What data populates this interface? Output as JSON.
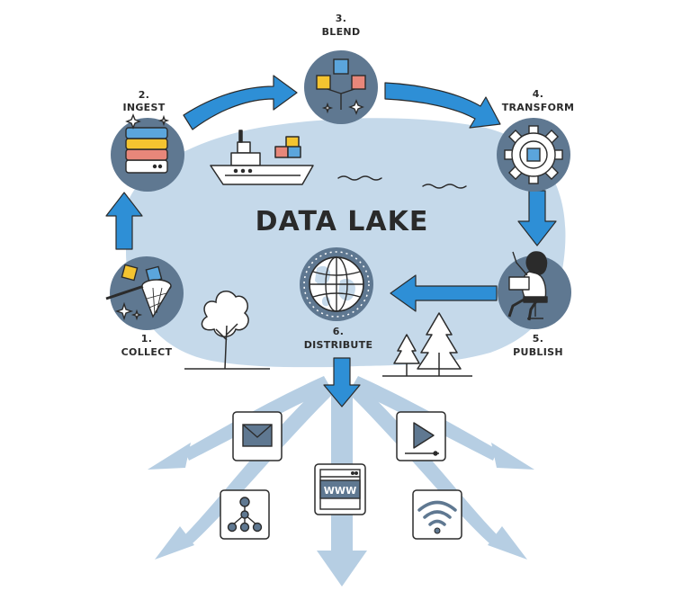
{
  "diagram": {
    "title": "DATA LAKE",
    "steps": [
      {
        "number": "1.",
        "label": "COLLECT",
        "icon": "net-icon"
      },
      {
        "number": "2.",
        "label": "INGEST",
        "icon": "database-icon"
      },
      {
        "number": "3.",
        "label": "BLEND",
        "icon": "cubes-icon"
      },
      {
        "number": "4.",
        "label": "TRANSFORM",
        "icon": "gear-icon"
      },
      {
        "number": "5.",
        "label": "PUBLISH",
        "icon": "person-laptop-icon"
      },
      {
        "number": "6.",
        "label": "DISTRIBUTE",
        "icon": "globe-icon"
      }
    ],
    "channels": [
      {
        "icon": "email-icon"
      },
      {
        "icon": "video-play-icon"
      },
      {
        "icon": "network-icon"
      },
      {
        "icon": "www-icon",
        "text": "WWW"
      },
      {
        "icon": "wifi-icon"
      }
    ],
    "colors": {
      "lake": "#c5d9ea",
      "arrow": "#2e8fd6",
      "circle": "#5f7891",
      "outline": "#2b2b2b",
      "fanout": "#b6cee3"
    }
  }
}
